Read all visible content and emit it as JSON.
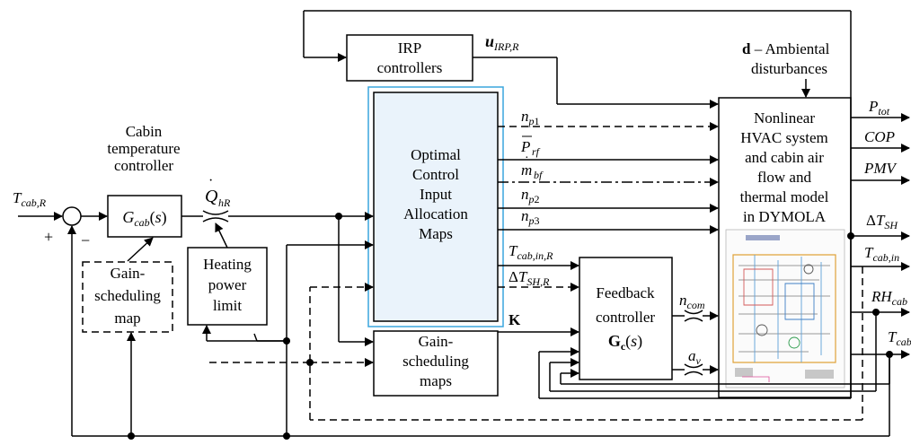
{
  "blocks": {
    "irp": [
      "IRP",
      "controllers"
    ],
    "cabin_controller_title": [
      "Cabin",
      "temperature",
      "controller"
    ],
    "cabin_controller": "G_cab(s)",
    "gain_map_left": [
      "Gain-",
      "scheduling",
      "map"
    ],
    "heating_limit": [
      "Heating",
      "power",
      "limit"
    ],
    "optimal_maps": [
      "Optimal",
      "Control",
      "Input",
      "Allocation",
      "Maps"
    ],
    "gain_maps": [
      "Gain-",
      "scheduling",
      "maps"
    ],
    "feedback": [
      "Feedback",
      "controller",
      "G_c(s)"
    ],
    "hvac": [
      "Nonlinear",
      "HVAC system",
      "and cabin air",
      "flow and",
      "thermal model",
      "in DYMOLA"
    ]
  },
  "disturbance": [
    "d – Ambiental",
    "disturbances"
  ],
  "signals": {
    "t_cab_ref": "T_cab,R",
    "q_hr": "Q_hR",
    "u_irp": "u_IRP,R",
    "n_p1": "n_p1",
    "p_rf": "P_rf",
    "m_bf": "m_bf",
    "n_p2": "n_p2",
    "n_p3": "n_p3",
    "t_cab_in_r": "T_cab,in,R",
    "dt_sh_r": "ΔT_SH,R",
    "k": "K",
    "n_com": "n_com",
    "a_v": "a_v"
  },
  "outputs": [
    "P_tot",
    "COP",
    "PMV",
    "ΔT_SH",
    "T_cab,in",
    "RH_cab",
    "T_cab"
  ],
  "sum_signs": [
    "+",
    "−"
  ],
  "colors": {
    "line": "#000000",
    "highlight_border": "#3aa6dd",
    "highlight_fill": "#eaf3fb"
  }
}
